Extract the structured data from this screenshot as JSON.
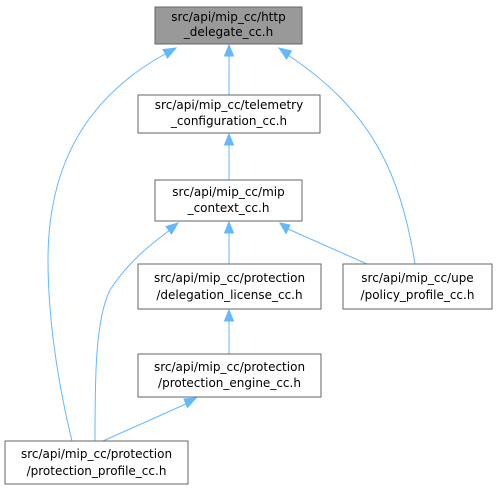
{
  "nodes": {
    "http_delegate": {
      "line1": "src/api/mip_cc/http",
      "line2": "_delegate_cc.h"
    },
    "telemetry": {
      "line1": "src/api/mip_cc/telemetry",
      "line2": "_configuration_cc.h"
    },
    "context": {
      "line1": "src/api/mip_cc/mip",
      "line2": "_context_cc.h"
    },
    "delegation_license": {
      "line1": "src/api/mip_cc/protection",
      "line2": "/delegation_license_cc.h"
    },
    "policy_profile": {
      "line1": "src/api/mip_cc/upe",
      "line2": "/policy_profile_cc.h"
    },
    "protection_engine": {
      "line1": "src/api/mip_cc/protection",
      "line2": "/protection_engine_cc.h"
    },
    "protection_profile": {
      "line1": "src/api/mip_cc/protection",
      "line2": "/protection_profile_cc.h"
    }
  },
  "edges": [
    {
      "from": "telemetry",
      "to": "http_delegate"
    },
    {
      "from": "protection_profile",
      "to": "http_delegate"
    },
    {
      "from": "policy_profile",
      "to": "http_delegate"
    },
    {
      "from": "context",
      "to": "telemetry"
    },
    {
      "from": "delegation_license",
      "to": "context"
    },
    {
      "from": "protection_profile",
      "to": "context"
    },
    {
      "from": "policy_profile",
      "to": "context"
    },
    {
      "from": "protection_engine",
      "to": "delegation_license"
    },
    {
      "from": "protection_profile",
      "to": "protection_engine"
    }
  ],
  "colors": {
    "edge": "#63b8ff",
    "root_fill": "#999999",
    "box_stroke": "#666666"
  }
}
